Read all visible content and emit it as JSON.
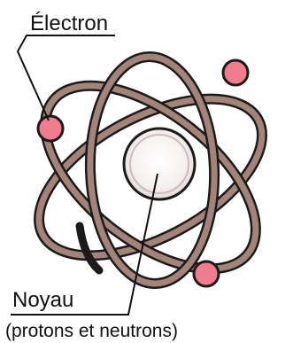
{
  "labels": {
    "electron": "Électron",
    "nucleus": "Noyau",
    "nucleus_detail": "(protons et neutrons)"
  },
  "colors": {
    "orbit_fill": "#a48478",
    "orbit_outline": "#1b1b1b",
    "electron": "#f07c8d",
    "electron_outline": "#1b1b1b",
    "nucleus_glow": "#f4eeee",
    "nucleus_outline": "#1b1b1b",
    "leader_line": "#111111"
  }
}
